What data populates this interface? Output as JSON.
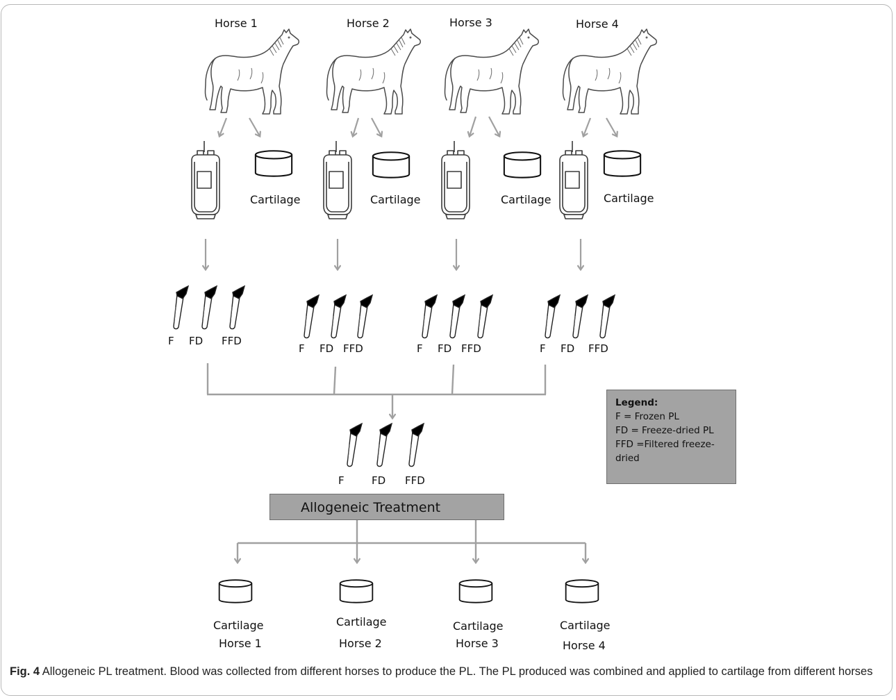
{
  "horses": [
    {
      "label": "Horse 1",
      "product": "Cartilage"
    },
    {
      "label": "Horse 2",
      "product": "Cartilage"
    },
    {
      "label": "Horse 3",
      "product": "Cartilage"
    },
    {
      "label": "Horse 4",
      "product": "Cartilage"
    }
  ],
  "tube_labels": [
    "F",
    "FD",
    "FFD"
  ],
  "combined_tube_labels": [
    "F",
    "FD",
    "FFD"
  ],
  "treatment": "Allogeneic Treatment",
  "legend": {
    "title": "Legend:",
    "items": [
      "F = Frozen PL",
      "FD = Freeze-dried  PL",
      "FFD =Filtered freeze-",
      "dried"
    ]
  },
  "outputs": [
    {
      "line1": "Cartilage",
      "line2": "Horse 1"
    },
    {
      "line1": "Cartilage",
      "line2": "Horse 2"
    },
    {
      "line1": "Cartilage",
      "line2": "Horse 3"
    },
    {
      "line1": "Cartilage",
      "line2": "Horse 4"
    }
  ],
  "caption": {
    "label": "Fig. 4",
    "text": " Allogeneic PL treatment. Blood was collected from different horses to produce the PL. The PL produced was combined and applied to cartilage from different horses"
  },
  "colors": {
    "arrow": "#a0a0a0",
    "box_fill": "#a3a3a3",
    "frame": "#b8b8b8"
  }
}
